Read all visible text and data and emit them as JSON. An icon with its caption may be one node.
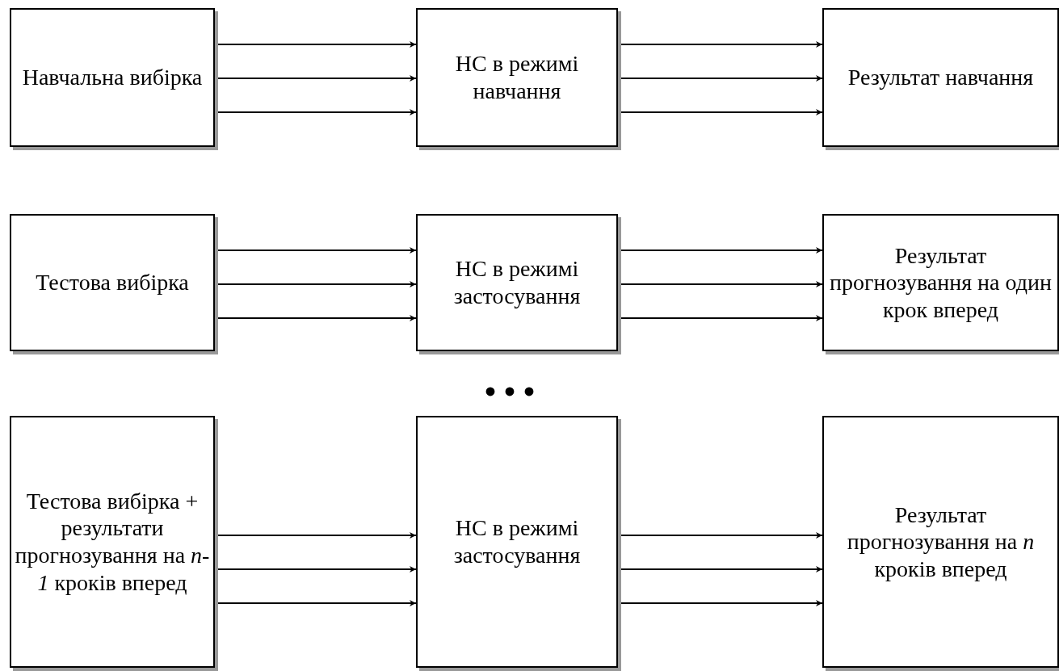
{
  "diagram": {
    "nodes": [
      {
        "text": [
          "Навчальна вибірка"
        ]
      },
      {
        "text": [
          "НС в режимі навчання"
        ]
      },
      {
        "text": [
          "Результат навчання"
        ]
      },
      {
        "text": [
          "Тестова вибірка"
        ]
      },
      {
        "text": [
          "НС в режимі застосування"
        ]
      },
      {
        "text": [
          "Результат прогнозування на один крок вперед"
        ]
      },
      {
        "text": [
          "Тестова вибірка + результати прогнозування на *n-1* кроків вперед"
        ]
      },
      {
        "text": [
          "НС в режимі застосування"
        ]
      },
      {
        "text": [
          "Результат прогнозування на *n* кроків вперед"
        ]
      }
    ],
    "edges": [
      {
        "from": 0,
        "to": 1,
        "arrow": "to"
      },
      {
        "from": 0,
        "to": 1,
        "arrow": "to"
      },
      {
        "from": 0,
        "to": 1,
        "arrow": "to"
      },
      {
        "from": 1,
        "to": 2,
        "arrow": "to"
      },
      {
        "from": 1,
        "to": 2,
        "arrow": "to"
      },
      {
        "from": 1,
        "to": 2,
        "arrow": "to"
      },
      {
        "from": 3,
        "to": 4,
        "arrow": "to"
      },
      {
        "from": 3,
        "to": 4,
        "arrow": "to"
      },
      {
        "from": 3,
        "to": 4,
        "arrow": "to"
      },
      {
        "from": 4,
        "to": 5,
        "arrow": "to"
      },
      {
        "from": 4,
        "to": 5,
        "arrow": "to"
      },
      {
        "from": 4,
        "to": 5,
        "arrow": "to"
      },
      {
        "from": 6,
        "to": 7,
        "arrow": "to"
      },
      {
        "from": 6,
        "to": 7,
        "arrow": "to"
      },
      {
        "from": 6,
        "to": 7,
        "arrow": "to"
      },
      {
        "from": 7,
        "to": 8,
        "arrow": "to"
      },
      {
        "from": 7,
        "to": 8,
        "arrow": "to"
      },
      {
        "from": 7,
        "to": 8,
        "arrow": "to"
      }
    ],
    "labels": [
      "• • •"
    ]
  }
}
